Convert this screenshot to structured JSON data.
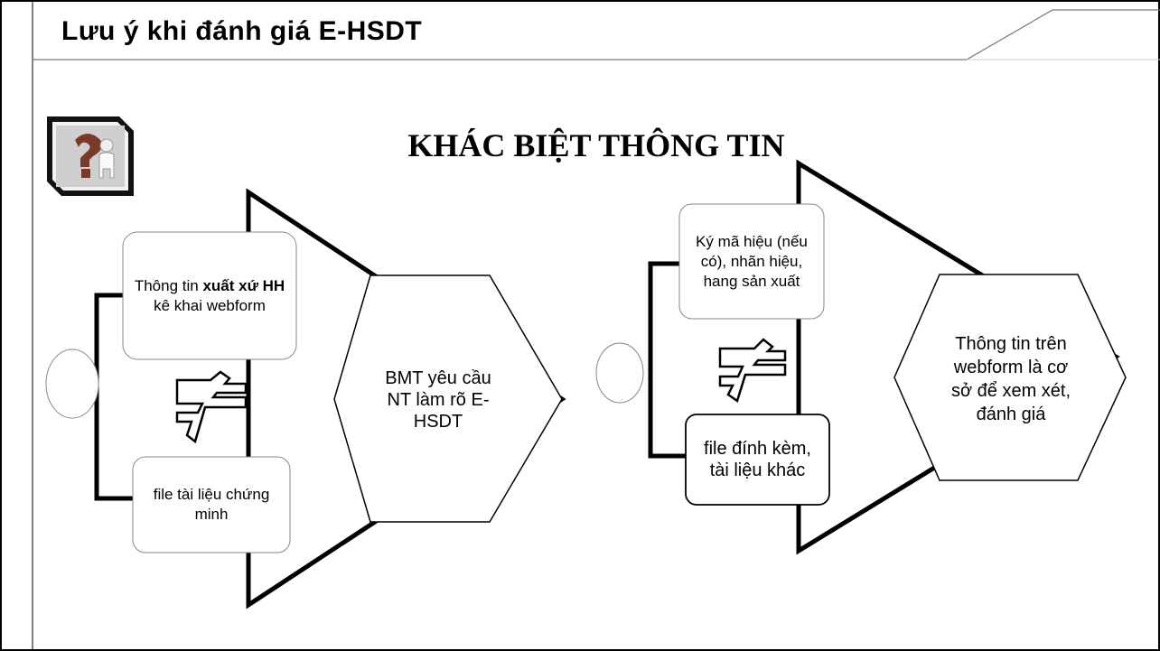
{
  "slide": {
    "title": "Lưu ý khi đánh giá E-HSDT",
    "heading": "KHÁC BIỆT THÔNG TIN"
  },
  "left_group": {
    "top_box": {
      "text_before": "Thông tin ",
      "text_bold": "xuất xứ HH",
      "text_after": " kê khai webform"
    },
    "bottom_box": "file tài liệu chứng minh",
    "result": "BMT yêu cầu NT làm rõ E-HSDT",
    "not_equal_symbol": "≠"
  },
  "right_group": {
    "top_box": "Ký mã hiệu (nếu có), nhãn hiệu, hang sản xuất",
    "bottom_box": "file đính kèm, tài liệu khác",
    "result": "Thông tin trên webform là cơ sở để xem xét, đánh giá",
    "not_equal_symbol": "≠"
  },
  "icons": {
    "help_icon": "question-person-icon"
  }
}
